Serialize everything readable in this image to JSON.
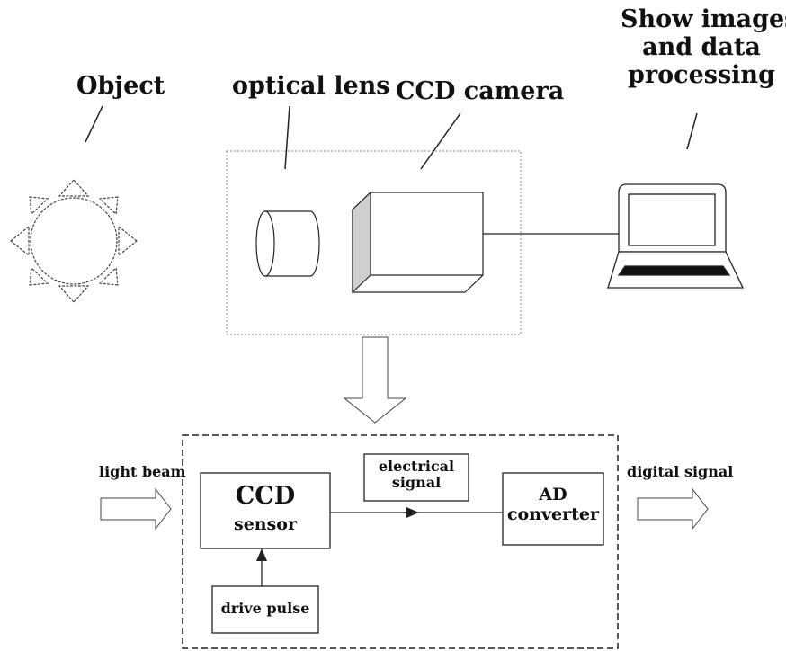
{
  "labels": {
    "object": "Object",
    "optical_lens": "optical lens",
    "ccd_camera": "CCD camera",
    "show_line1": "Show images",
    "show_line2": "and data",
    "show_line3": "processing",
    "light_beam": "light beam",
    "ccd_line1": "CCD",
    "ccd_line2": "sensor",
    "electrical_line1": "electrical",
    "electrical_line2": "signal",
    "ad_line1": "AD",
    "ad_line2": "converter",
    "digital_signal": "digital signal",
    "drive_pulse": "drive pulse"
  },
  "colors": {
    "stroke": "#222222",
    "dotted_border": "#888888",
    "camera_side": "#cfcfcf",
    "keyboard": "#111111"
  },
  "icons": {
    "object": "sun-icon",
    "lens": "cylinder-lens-icon",
    "camera": "camera-box-icon",
    "computer": "laptop-icon"
  }
}
